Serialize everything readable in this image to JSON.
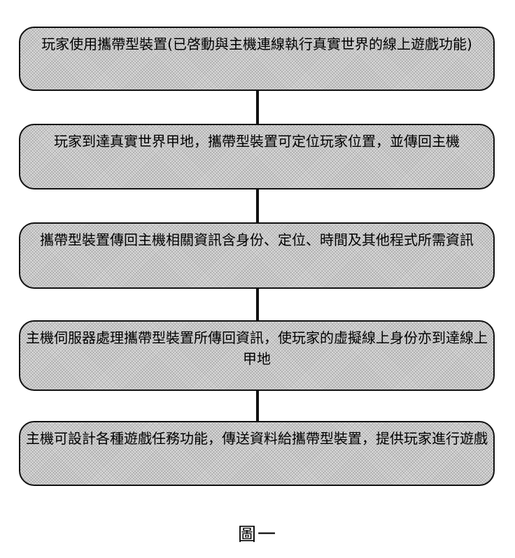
{
  "steps": [
    {
      "text": "玩家使用攜帶型裝置(已啓動與主機連線執行真實世界的線上遊戲功能)"
    },
    {
      "text": "玩家到達真實世界甲地，攜帶型裝置可定位玩家位置，並傳回主機"
    },
    {
      "text": "攜帶型裝置傳回主機相關資訊含身份、定位、時間及其他程式所需資訊"
    },
    {
      "text": "主機伺服器處理攜帶型裝置所傳回資訊，使玩家的虛擬線上身份亦到達線上甲地"
    },
    {
      "text": "主機可設計各種遊戲任務功能，傳送資料給攜帶型裝置，提供玩家進行遊戲"
    }
  ],
  "caption": "圖一"
}
